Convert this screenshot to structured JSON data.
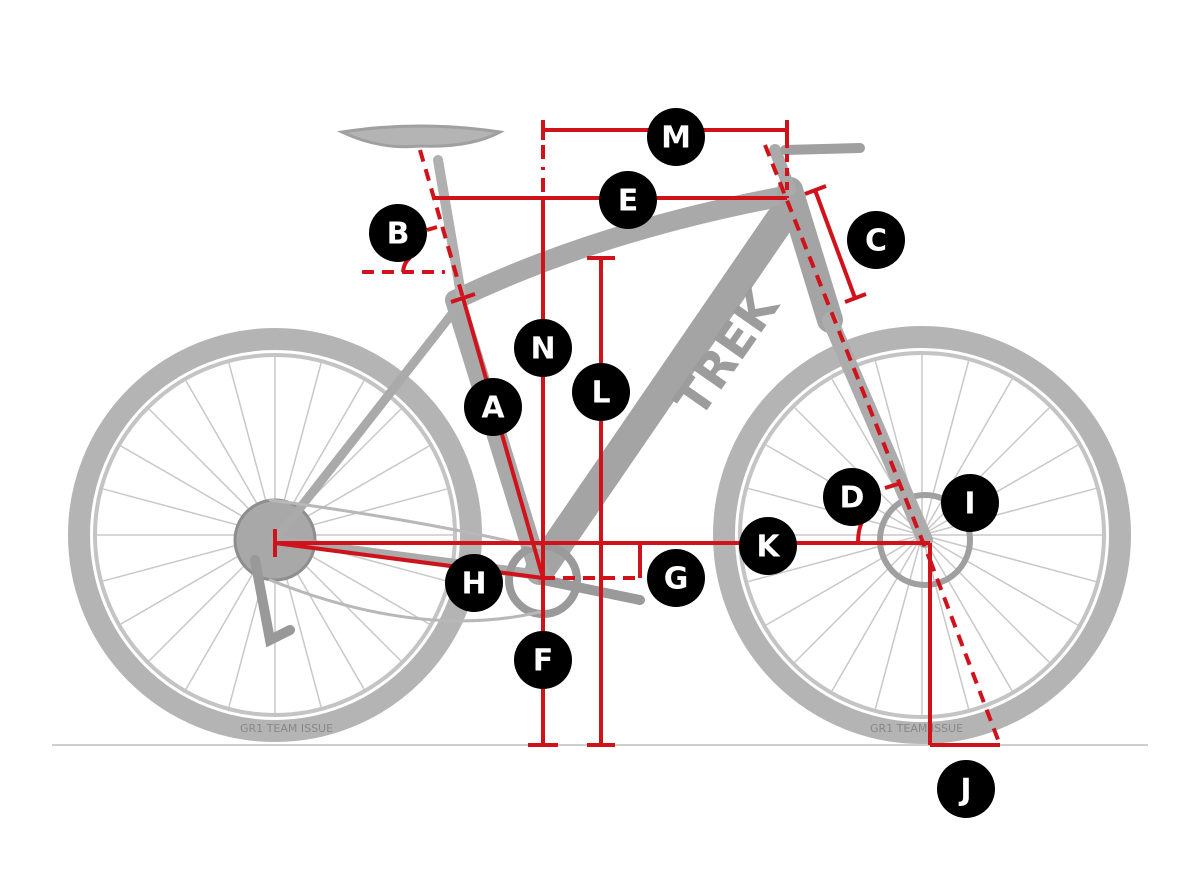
{
  "diagram": {
    "colors": {
      "measure": "#d0121b",
      "bike": "#b4b4b4",
      "bike_dark": "#9a9a9a",
      "label_bg": "#000000",
      "label_text": "#ffffff",
      "ground": "#bdbdbd"
    },
    "logo_text": "TREK",
    "tire_text": "GR1 TEAM ISSUE",
    "labels": {
      "A": "A",
      "B": "B",
      "C": "C",
      "D": "D",
      "E": "E",
      "F": "F",
      "G": "G",
      "H": "H",
      "I": "I",
      "J": "J",
      "K": "K",
      "L": "L",
      "M": "M",
      "N": "N"
    }
  }
}
